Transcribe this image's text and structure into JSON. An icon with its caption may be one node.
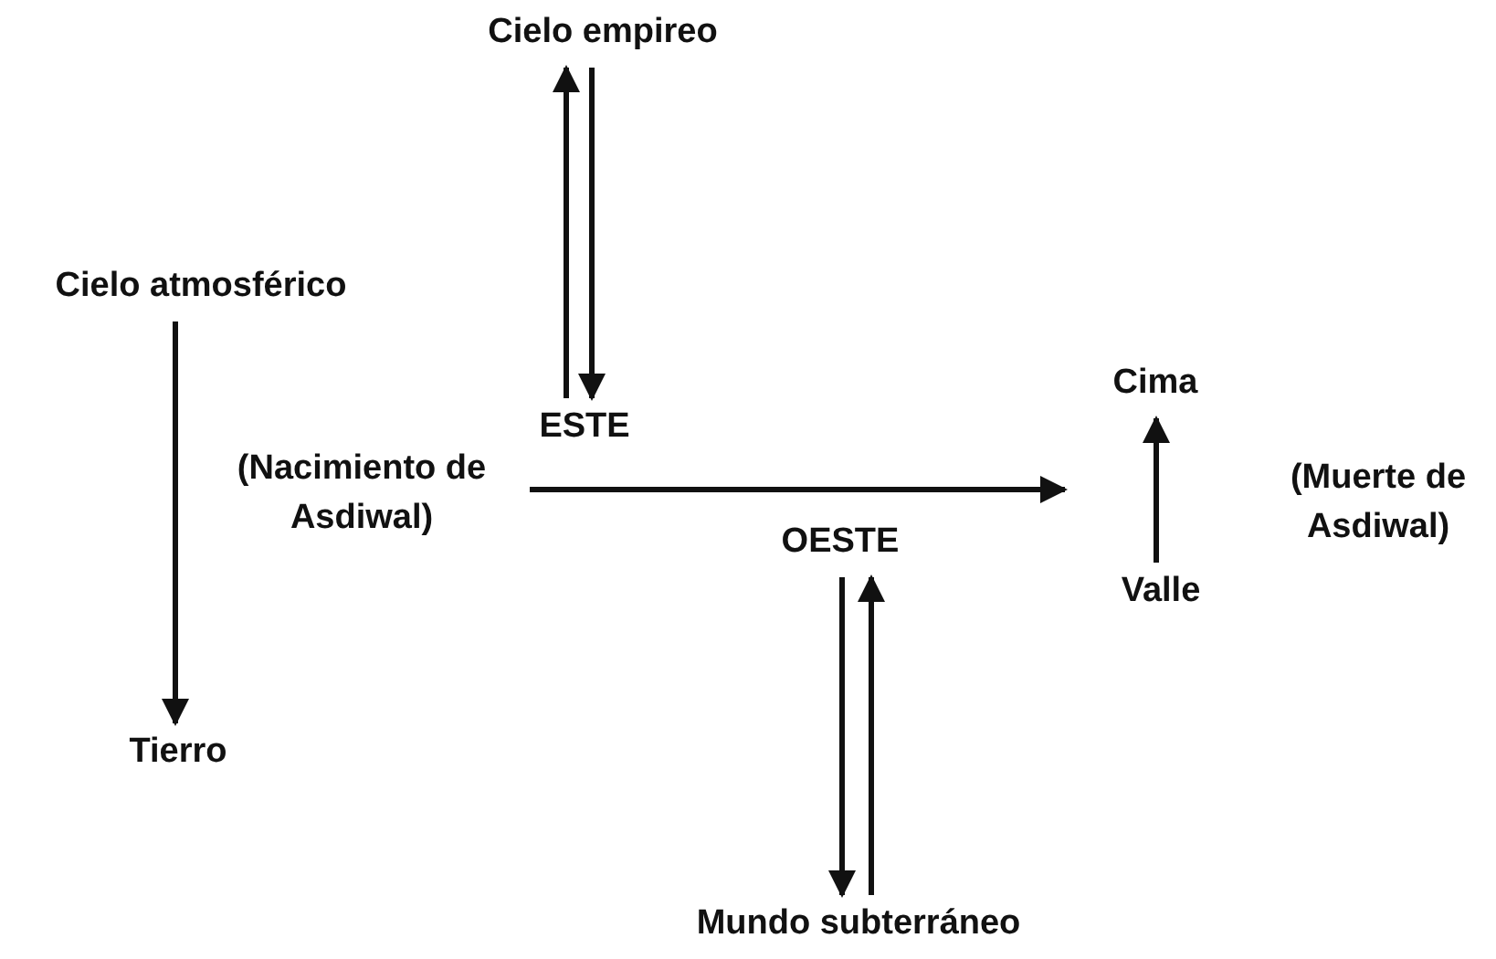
{
  "diagram": {
    "nodes": [
      {
        "text": [
          "Cielo empireo"
        ]
      },
      {
        "text": [
          "Cielo atmosférico"
        ]
      },
      {
        "text": [
          "ESTE"
        ]
      },
      {
        "text": [
          "(Nacimiento de Asdiwal)"
        ]
      },
      {
        "text": [
          "Tierro"
        ]
      },
      {
        "text": [
          "Cima"
        ]
      },
      {
        "text": [
          "(Muerte de Asdiwal)"
        ]
      },
      {
        "text": [
          "OESTE"
        ]
      },
      {
        "text": [
          "Valle"
        ]
      },
      {
        "text": [
          "Mundo subterráneo"
        ]
      }
    ],
    "edges": [
      {
        "from": 2,
        "to": 0,
        "arrow": "to"
      },
      {
        "from": 0,
        "to": 2,
        "arrow": "to"
      },
      {
        "from": 1,
        "to": 4,
        "arrow": "to"
      },
      {
        "from": 3,
        "to": null,
        "arrow": "to"
      },
      {
        "from": 8,
        "to": 5,
        "arrow": "to"
      },
      {
        "from": 7,
        "to": 9,
        "arrow": "to"
      },
      {
        "from": 9,
        "to": 7,
        "arrow": "to"
      }
    ]
  }
}
